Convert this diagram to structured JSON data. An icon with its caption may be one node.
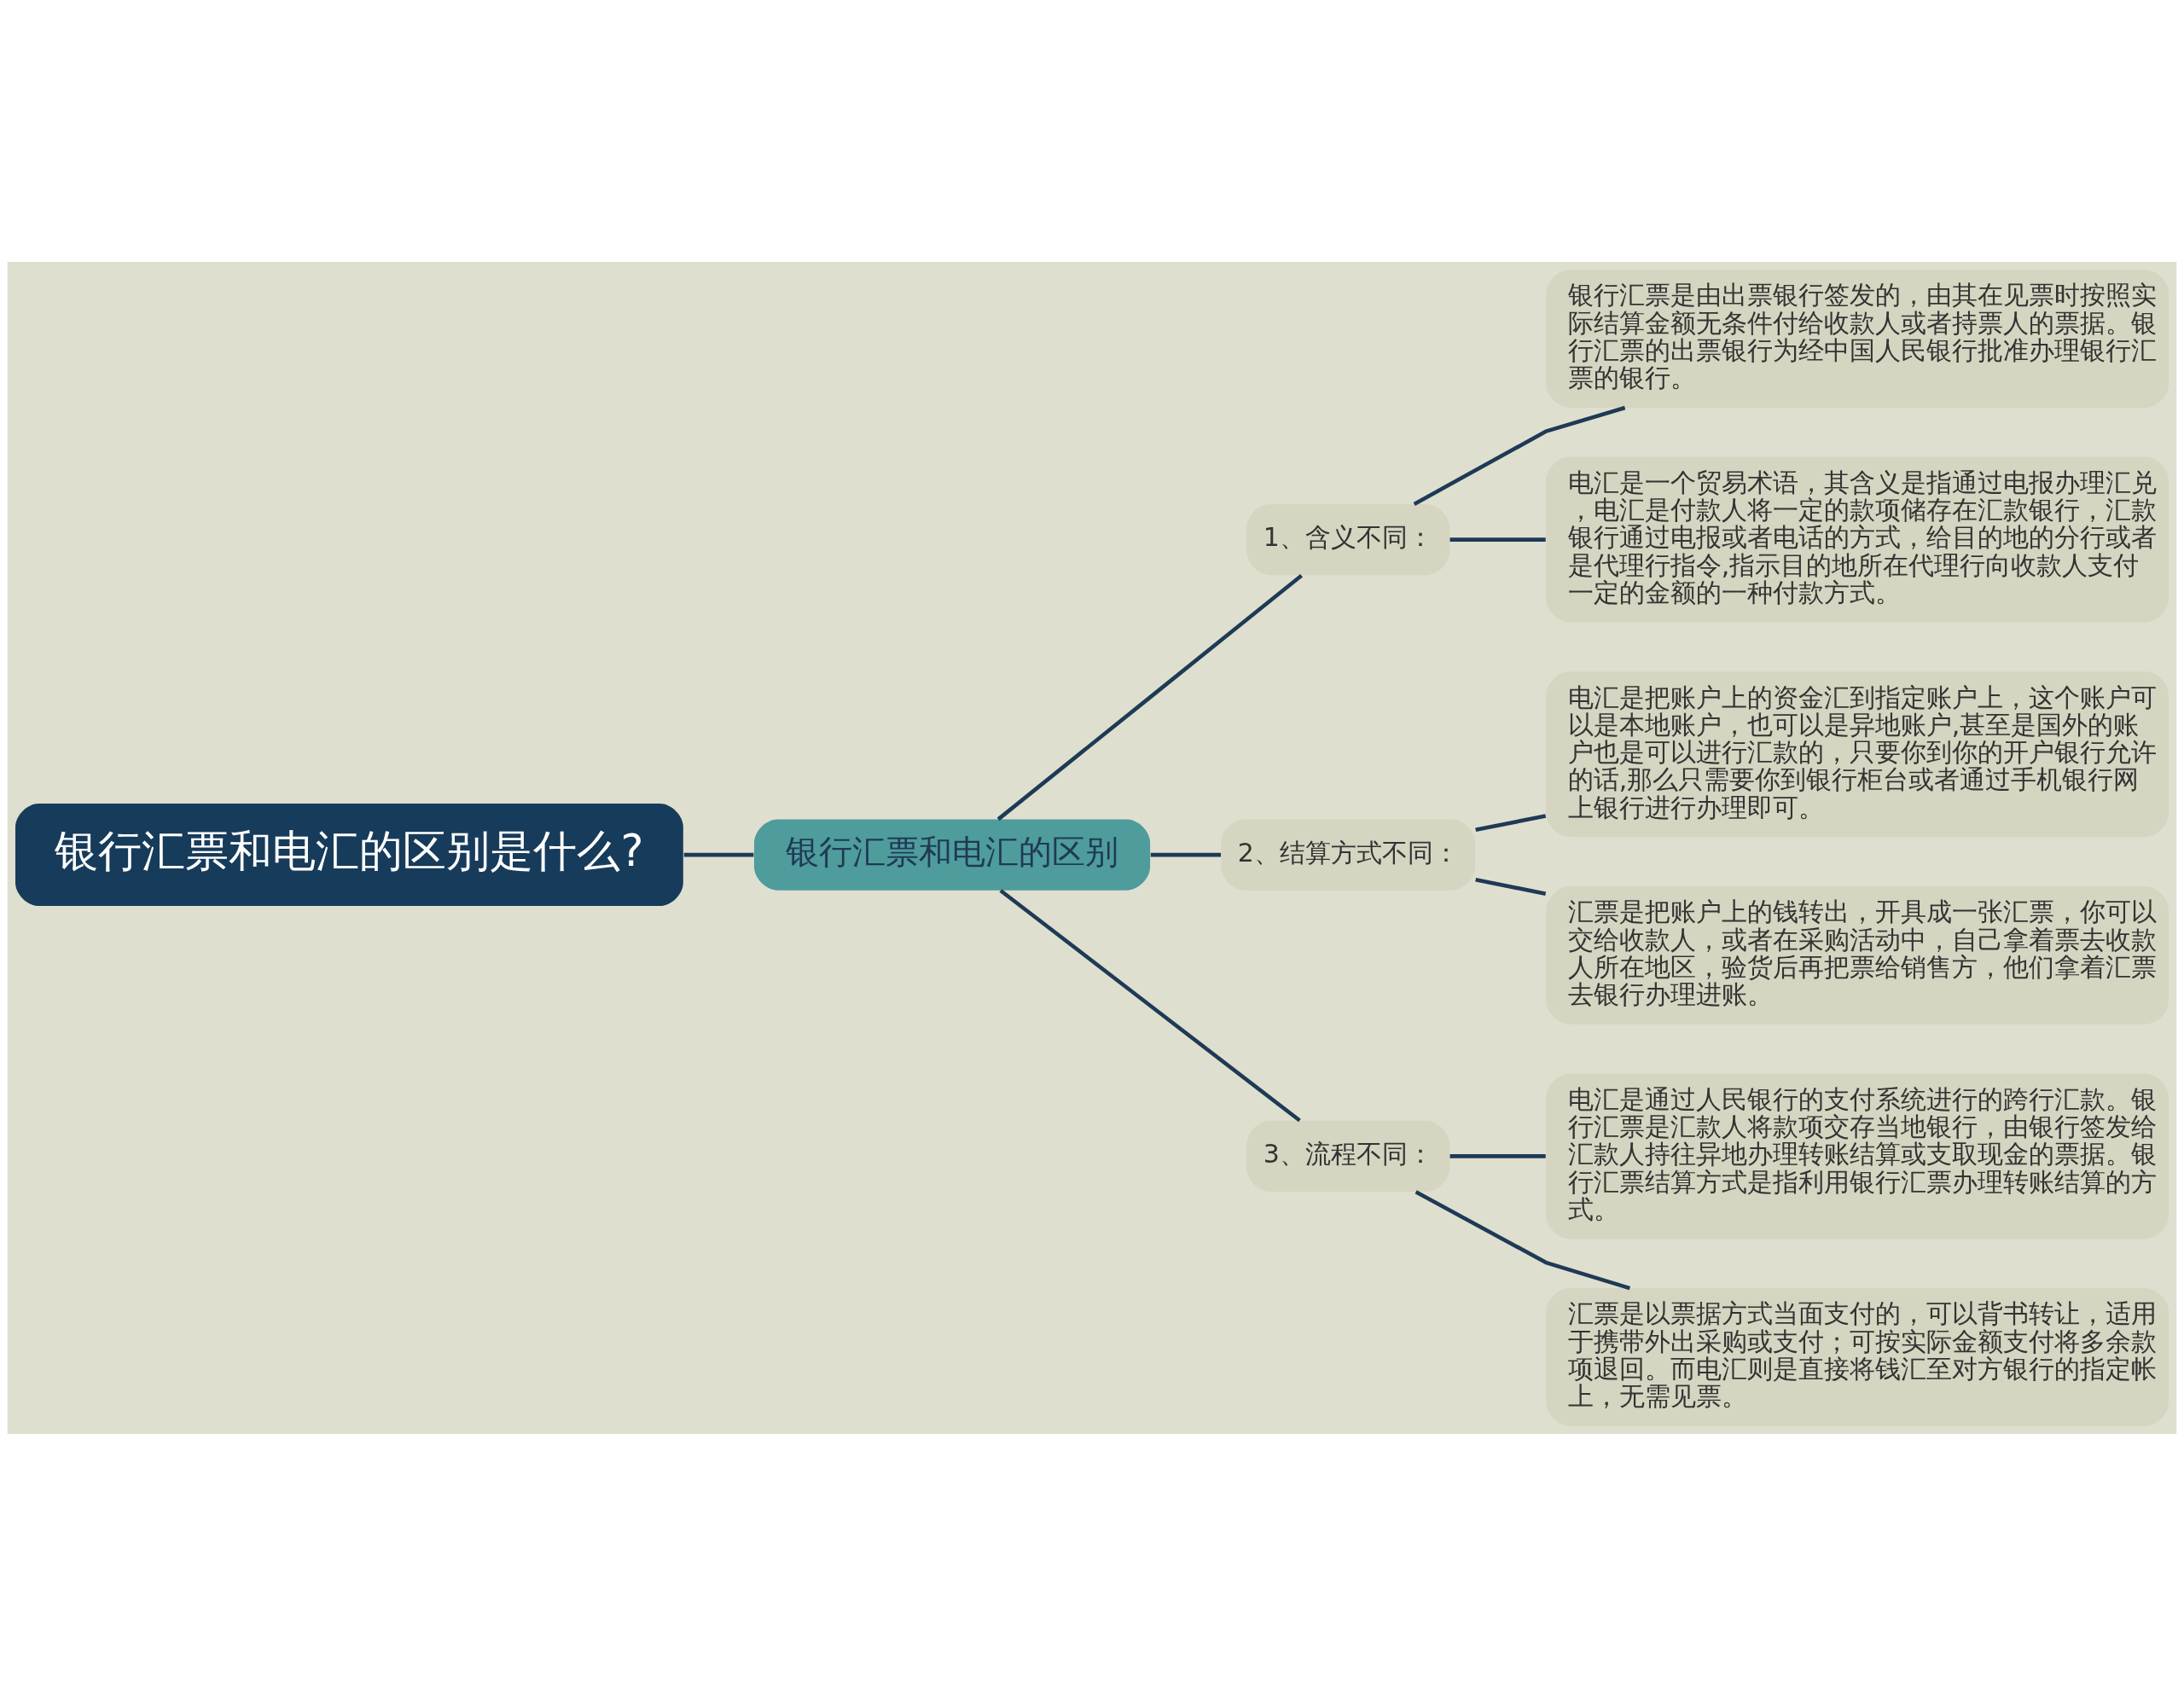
{
  "diagram": {
    "nodes": [
      {
        "text": [
          "银行汇票和电汇的区别是什么?"
        ]
      },
      {
        "text": [
          "银行汇票和电汇的区别"
        ]
      },
      {
        "text": [
          "1、含义不同："
        ]
      },
      {
        "text": [
          "银行汇票是由出票银行签发的，由其在见票时按照实际结算金额无条件付给收款人或者持票人的票据。银行汇票的出票银行为经中国人民银行批准办理银行汇票的银行。"
        ]
      },
      {
        "text": [
          "电汇是一个贸易术语，其含义是指通过电报办理汇兑，电汇是付款人将一定的款项储存在汇款银行，汇款银行通过电报或者电话的方式，给目的地的分行或者是代理行指令,指示目的地所在代理行向收款人支付一定的金额的一种付款方式。"
        ]
      },
      {
        "text": [
          "2、结算方式不同："
        ]
      },
      {
        "text": [
          "电汇是把账户上的资金汇到指定账户上，这个账户可以是本地账户，也可以是异地账户,甚至是国外的账户也是可以进行汇款的，只要你到你的开户银行允许的话,那么只需要你到银行柜台或者通过手机银行网上银行进行办理即可。"
        ]
      },
      {
        "text": [
          "汇票是把账户上的钱转出，开具成一张汇票，你可以交给收款人，或者在采购活动中，自己拿着票去收款人所在地区，验货后再把票给销售方，他们拿着汇票去银行办理进账。"
        ]
      },
      {
        "text": [
          "3、流程不同："
        ]
      },
      {
        "text": [
          "电汇是通过人民银行的支付系统进行的跨行汇款。银行汇票是汇款人将款项交存当地银行，由银行签发给汇款人持往异地办理转账结算或支取现金的票据。银行汇票结算方式是指利用银行汇票办理转账结算的方式。"
        ]
      },
      {
        "text": [
          "汇票是以票据方式当面支付的，可以背书转让，适用于携带外出采购或支付；可按实际金额支付将多余款项退回。而电汇则是直接将钱汇至对方银行的指定帐上，无需见票。"
        ]
      }
    ],
    "edges": [
      {
        "from": 0,
        "to": 1,
        "arrow": "none"
      },
      {
        "from": 1,
        "to": 2,
        "arrow": "none"
      },
      {
        "from": 2,
        "to": 3,
        "arrow": "none"
      },
      {
        "from": 2,
        "to": 4,
        "arrow": "none"
      },
      {
        "from": 1,
        "to": 5,
        "arrow": "none"
      },
      {
        "from": 5,
        "to": 6,
        "arrow": "none"
      },
      {
        "from": 5,
        "to": 7,
        "arrow": "none"
      },
      {
        "from": 1,
        "to": 8,
        "arrow": "none"
      },
      {
        "from": 8,
        "to": 9,
        "arrow": "none"
      },
      {
        "from": 8,
        "to": 10,
        "arrow": "none"
      }
    ]
  }
}
